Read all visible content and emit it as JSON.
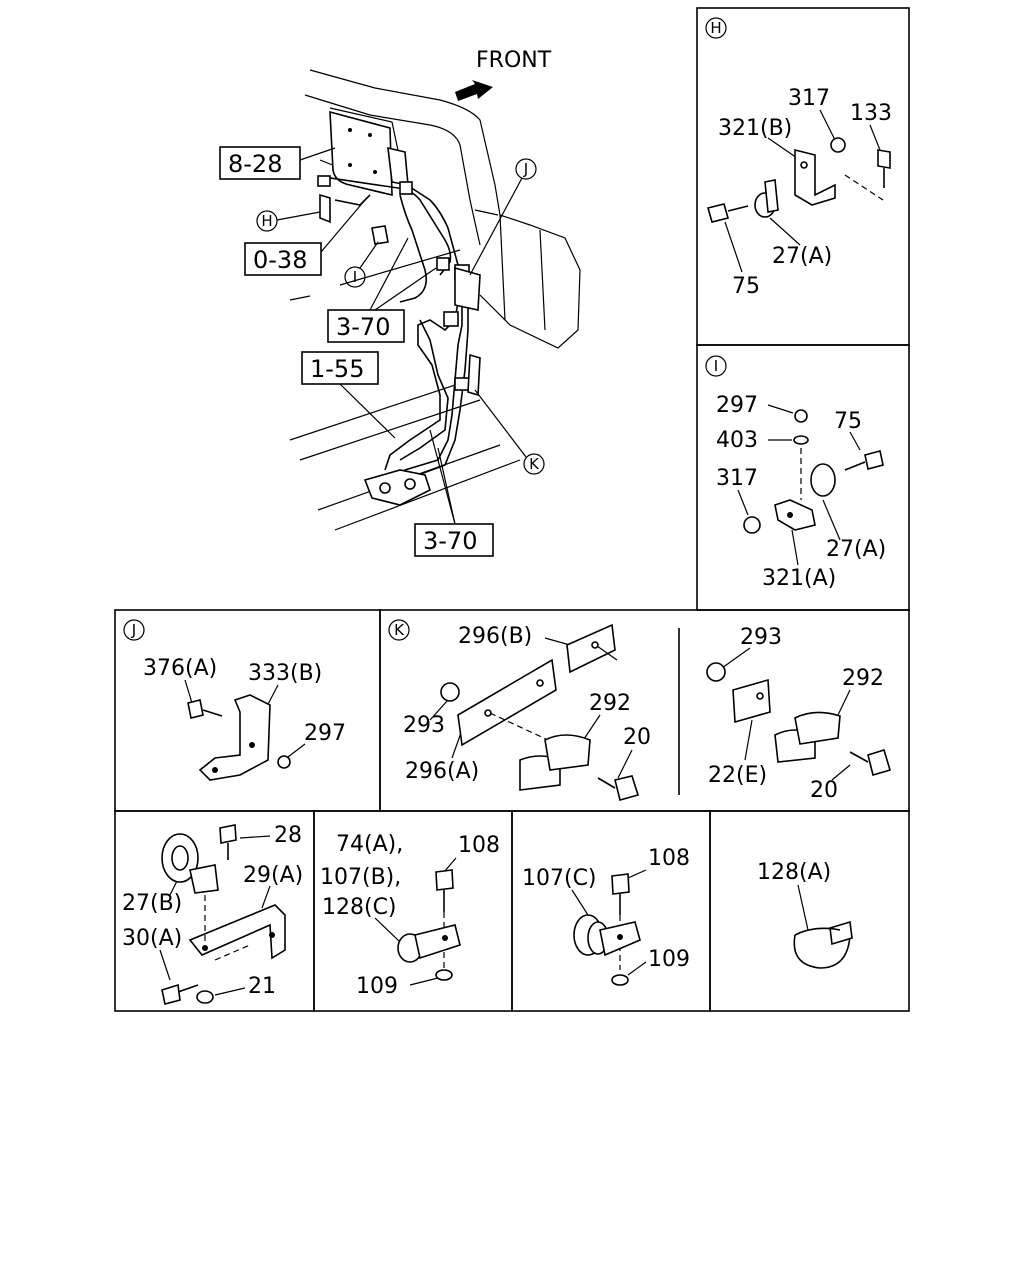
{
  "main_view": {
    "front_label": "FRONT",
    "refs": {
      "r828": "8-28",
      "r038": "0-38",
      "r370a": "3-70",
      "r155": "1-55",
      "r370b": "3-70"
    },
    "callouts": {
      "H": "H",
      "I": "I",
      "J": "J",
      "K": "K"
    }
  },
  "panel_h": {
    "tag": "H",
    "labels": {
      "l317": "317",
      "l133": "133",
      "l321b": "321(B)",
      "l27a": "27(A)",
      "l75": "75"
    }
  },
  "panel_i": {
    "tag": "I",
    "labels": {
      "l297": "297",
      "l403": "403",
      "l75": "75",
      "l317": "317",
      "l27a": "27(A)",
      "l321a": "321(A)"
    }
  },
  "panel_j": {
    "tag": "J",
    "labels": {
      "l376a": "376(A)",
      "l333b": "333(B)",
      "l297": "297"
    }
  },
  "panel_k": {
    "tag": "K",
    "labels": {
      "l296b": "296(B)",
      "l293": "293",
      "l292": "292",
      "l20": "20",
      "l296a": "296(A)",
      "l293r": "293",
      "l292r": "292",
      "l22e": "22(E)",
      "l20r": "20"
    }
  },
  "panel_bottom1": {
    "labels": {
      "l28": "28",
      "l27b": "27(B)",
      "l29a": "29(A)",
      "l30a": "30(A)",
      "l21": "21"
    }
  },
  "panel_bottom2": {
    "labels": {
      "l74a": "74(A),",
      "l108": "108",
      "l107b": "107(B),",
      "l128c": "128(C)",
      "l109": "109"
    }
  },
  "panel_bottom3": {
    "labels": {
      "l107c": "107(C)",
      "l108": "108",
      "l109": "109"
    }
  },
  "panel_bottom4": {
    "labels": {
      "l128a": "128(A)"
    }
  }
}
